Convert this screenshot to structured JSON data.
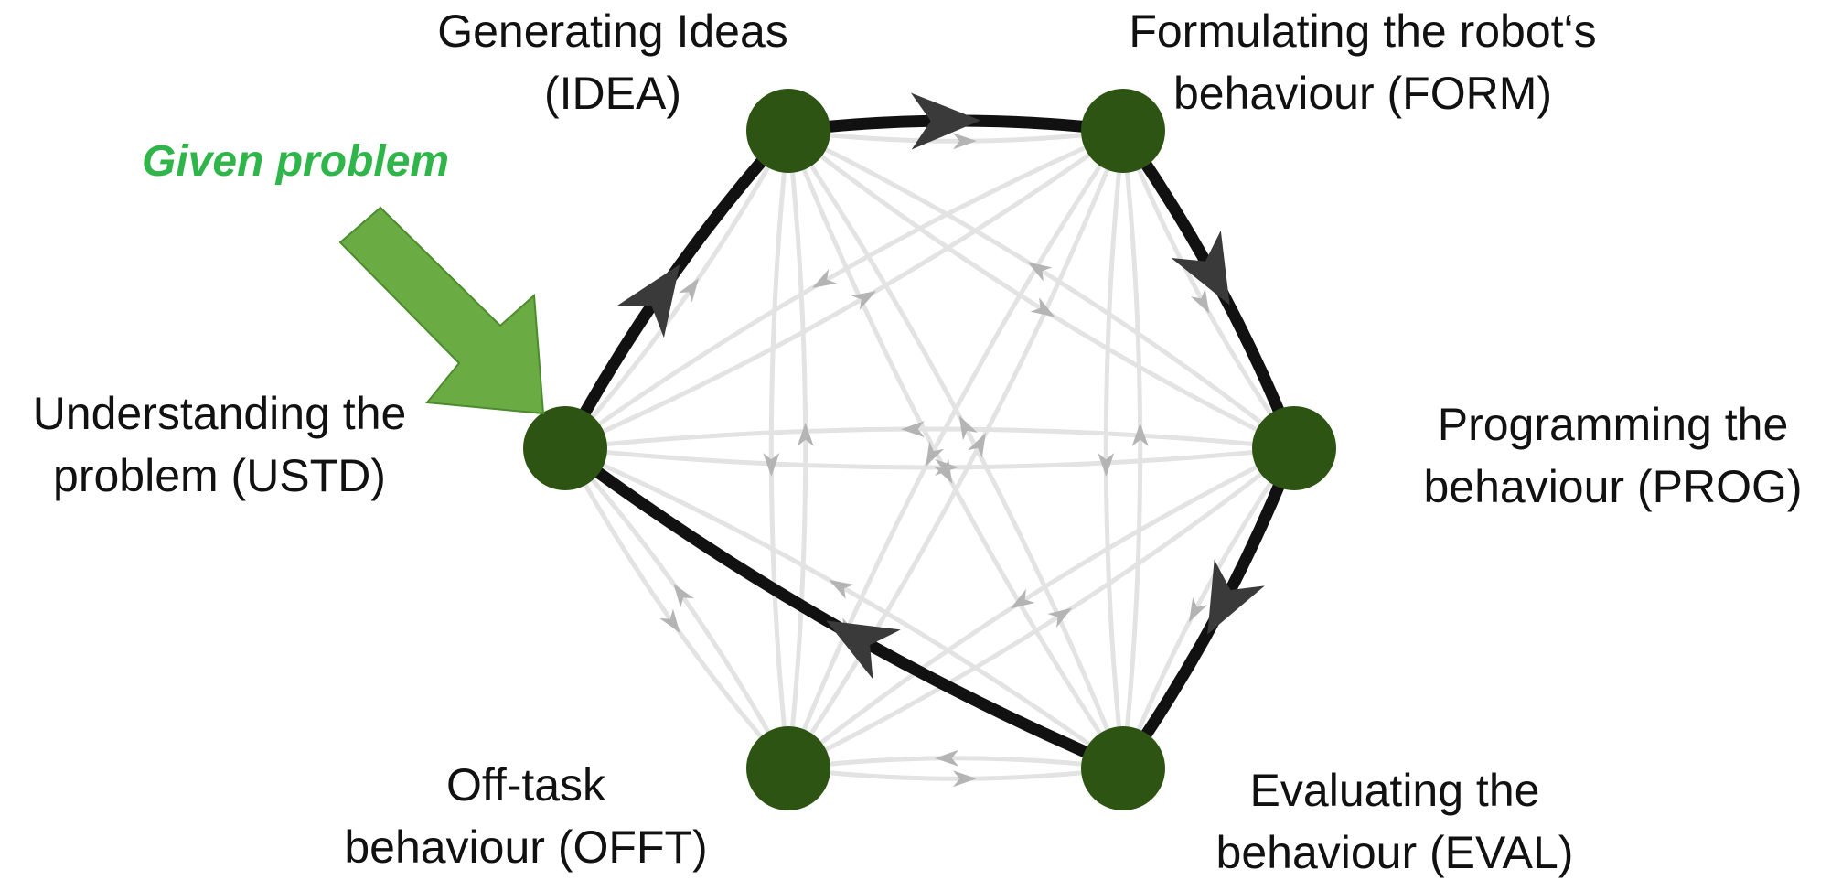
{
  "colors": {
    "node": "#2d5412",
    "main_path": "#111111",
    "main_arrowhead": "#3a3a3a",
    "background_edge": "#e3e3e3",
    "background_arrowhead": "#b4b4b4",
    "given_arrow_fill": "#6aab44",
    "given_arrow_stroke": "#4c8b2e",
    "given_text": "#2fb54a"
  },
  "given_problem": {
    "label": "Given problem",
    "target": "USTD"
  },
  "nodes": [
    {
      "id": "IDEA",
      "lines": [
        "Generating Ideas",
        "(IDEA)"
      ]
    },
    {
      "id": "FORM",
      "lines": [
        "Formulating the robot‘s",
        "behaviour (FORM)"
      ]
    },
    {
      "id": "PROG",
      "lines": [
        "Programming the",
        "behaviour (PROG)"
      ]
    },
    {
      "id": "EVAL",
      "lines": [
        "Evaluating the",
        "behaviour (EVAL)"
      ]
    },
    {
      "id": "OFFT",
      "lines": [
        "Off-task",
        "behaviour (OFFT)"
      ]
    },
    {
      "id": "USTD",
      "lines": [
        "Understanding the",
        "problem (USTD)"
      ]
    }
  ],
  "main_path": [
    {
      "from": "USTD",
      "to": "IDEA"
    },
    {
      "from": "IDEA",
      "to": "FORM"
    },
    {
      "from": "FORM",
      "to": "PROG"
    },
    {
      "from": "PROG",
      "to": "EVAL"
    },
    {
      "from": "EVAL",
      "to": "USTD"
    }
  ],
  "background_edges": "all directed pairs between the six nodes"
}
